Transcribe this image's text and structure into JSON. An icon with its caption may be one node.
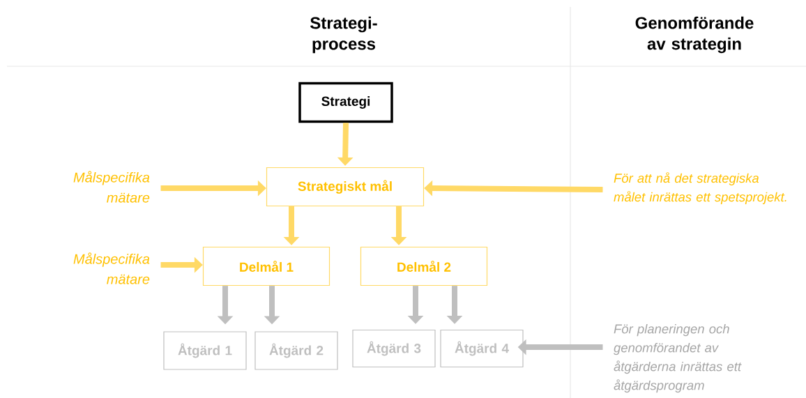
{
  "diagram": {
    "nodes": [
      {
        "text": [
          "Strategi"
        ]
      },
      {
        "text": [
          "Strategiskt mål"
        ]
      },
      {
        "text": [
          "Delmål 1"
        ]
      },
      {
        "text": [
          "Delmål 2"
        ]
      },
      {
        "text": [
          "Åtgärd 1"
        ]
      },
      {
        "text": [
          "Åtgärd 2"
        ]
      },
      {
        "text": [
          "Åtgärd 3"
        ]
      },
      {
        "text": [
          "Åtgärd 4"
        ]
      },
      {
        "text": [
          "Målspecifika mätare"
        ]
      },
      {
        "text": [
          "Målspecifika mätare"
        ]
      },
      {
        "text": [
          "För att nå det strategiska målet inrättas ett spetsprojekt."
        ]
      },
      {
        "text": [
          "För planeringen och genomförandet av åtgärderna inrättas ett åtgärdsprogram"
        ]
      }
    ],
    "edges": [
      {
        "from": 0,
        "to": 1,
        "arrow": "to"
      },
      {
        "from": 8,
        "to": 1,
        "arrow": "to"
      },
      {
        "from": 10,
        "to": 1,
        "arrow": "to"
      },
      {
        "from": 1,
        "to": 2,
        "arrow": "to"
      },
      {
        "from": 1,
        "to": 3,
        "arrow": "to"
      },
      {
        "from": 9,
        "to": 2,
        "arrow": "to"
      },
      {
        "from": 2,
        "to": 4,
        "arrow": "to",
        "color": "#bfbfbf"
      },
      {
        "from": 2,
        "to": 5,
        "arrow": "to",
        "color": "#bfbfbf"
      },
      {
        "from": 3,
        "to": 6,
        "arrow": "to",
        "color": "#bfbfbf"
      },
      {
        "from": 3,
        "to": 7,
        "arrow": "to",
        "color": "#bfbfbf"
      },
      {
        "from": 11,
        "to": 7,
        "arrow": "to",
        "color": "#bfbfbf"
      }
    ],
    "labels": [
      "Strategi- process",
      "Genomförande av strategin"
    ]
  }
}
